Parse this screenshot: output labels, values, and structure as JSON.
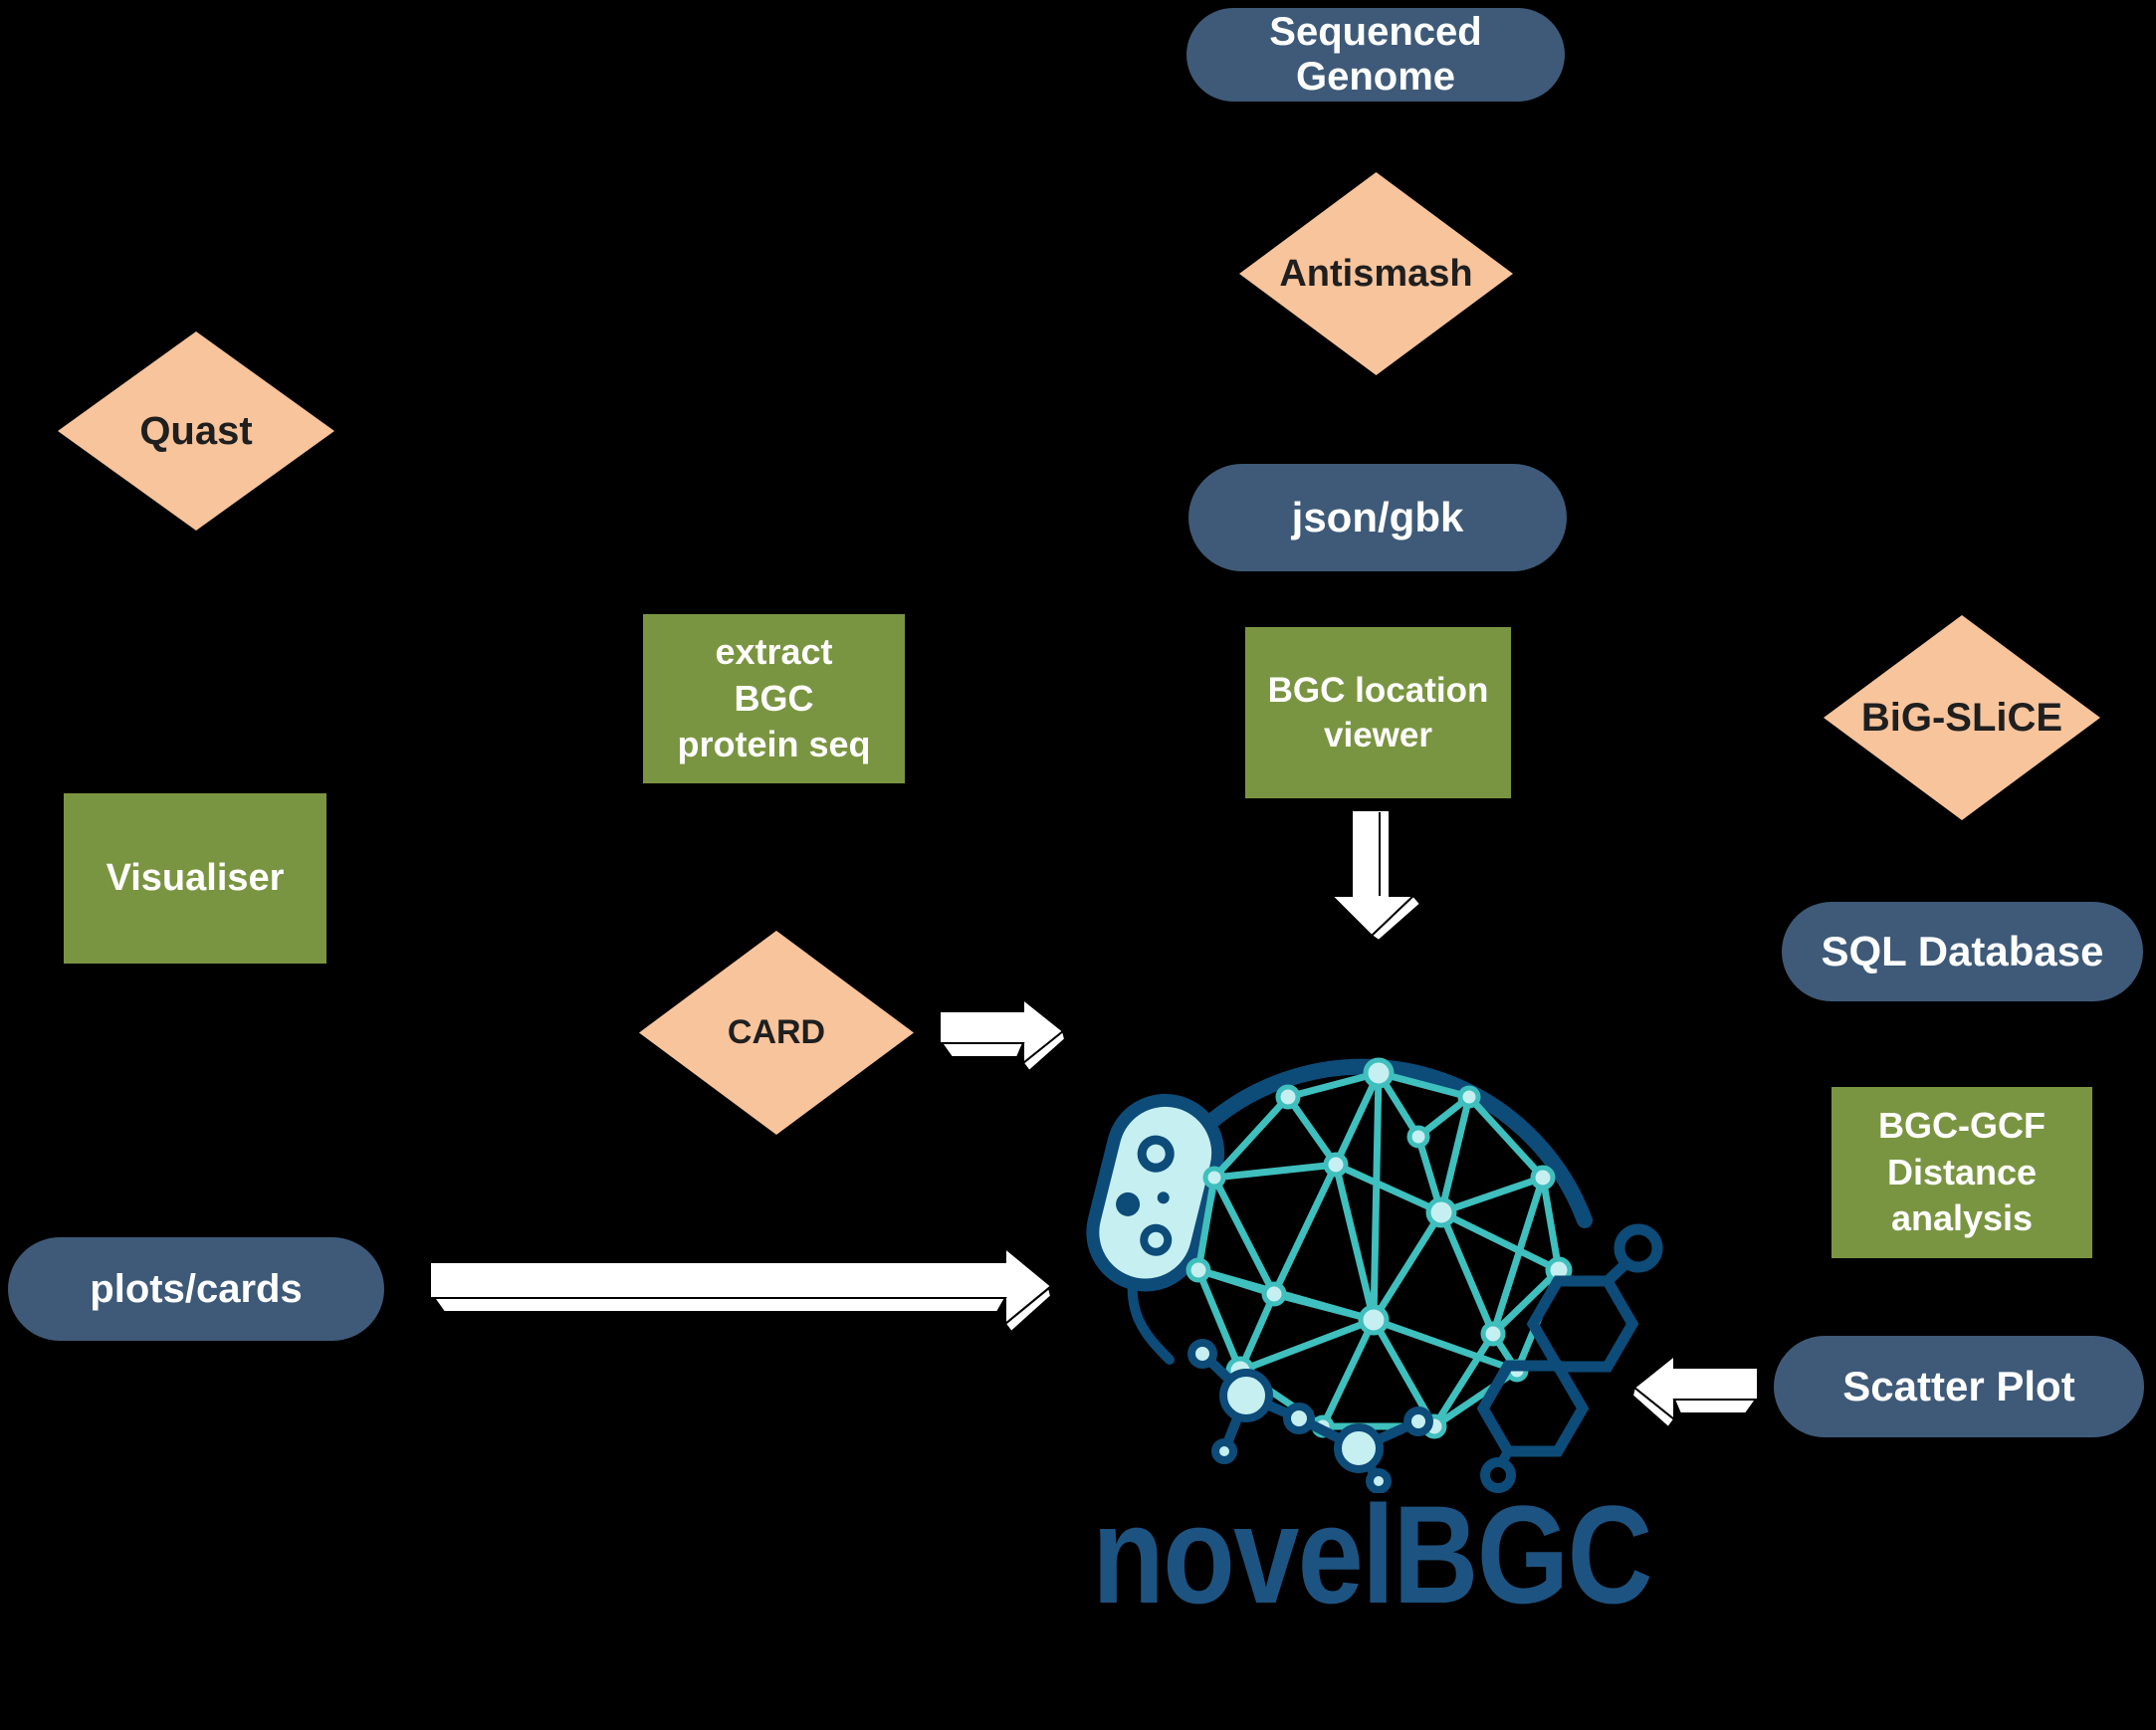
{
  "page": {
    "background": "#000000"
  },
  "palette": {
    "node_pill_blue": "#3e5a78",
    "node_diamond_peach": "#f8c49c",
    "node_box_green": "#7a9542",
    "node_text_light": "#ffffff",
    "node_text_dark": "#1f1f1f",
    "logo_dark_blue": "#0d4b78",
    "logo_teal": "#3fbfbd",
    "logo_light_cyan": "#c5eff1",
    "wordmark_blue": "#1d5380",
    "arrow_fill": "#ffffff"
  },
  "nodes": {
    "sequenced_genome": {
      "label": "Sequenced Genome"
    },
    "antismash": {
      "label": "Antismash"
    },
    "json_gbk": {
      "label": "json/gbk"
    },
    "bgc_location_viewer": {
      "label": "BGC location viewer"
    },
    "quast": {
      "label": "Quast"
    },
    "extract_bgc_protein_seq": {
      "label": "extract BGC protein seq"
    },
    "visualiser": {
      "label": "Visualiser"
    },
    "card": {
      "label": "CARD"
    },
    "plots_cards": {
      "label": "plots/cards"
    },
    "big_slice": {
      "label": "BiG-SLiCE"
    },
    "sql_database": {
      "label": "SQL Database"
    },
    "bgc_gcf_distance_analysis": {
      "label": "BGC-GCF Distance analysis"
    },
    "scatter_plot": {
      "label": "Scatter Plot"
    }
  },
  "logo": {
    "wordmark": "novelBGC"
  },
  "icons": {
    "down_arrow": "white block arrow pointing down",
    "right_arrow": "white block arrow pointing right",
    "long_right_arrow": "long white block arrow pointing right",
    "left_arrow": "white block arrow pointing left",
    "logo": "novelBGC network-sphere logo with bacterium and molecules"
  }
}
